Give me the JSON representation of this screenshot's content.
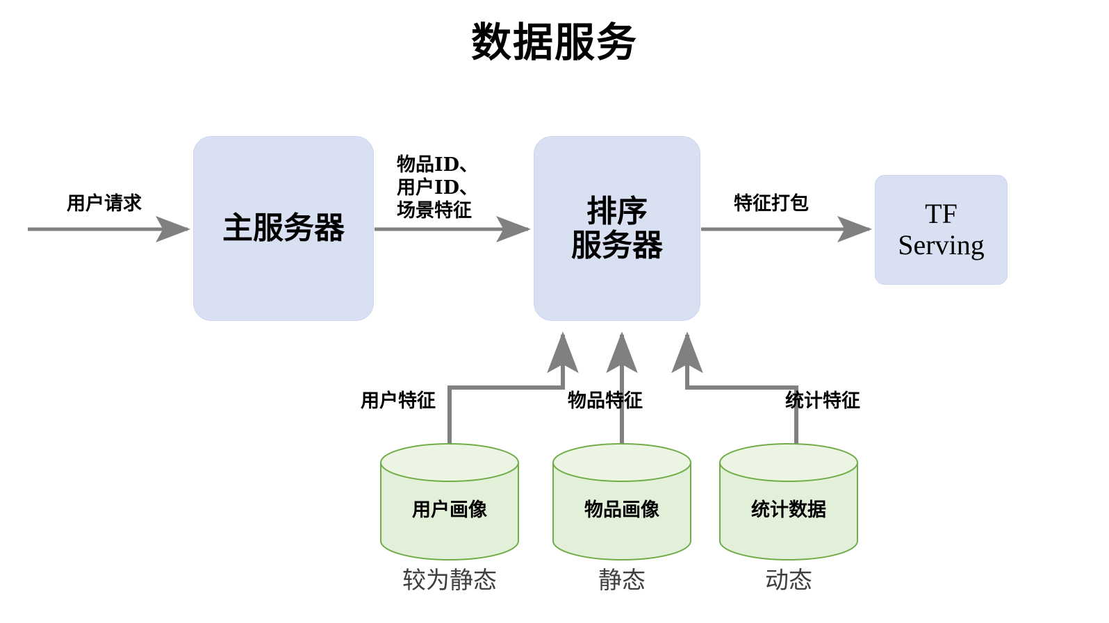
{
  "title": "数据服务",
  "colors": {
    "box_fill": "#d9e0f2",
    "box_border": "#cdd6ee",
    "cylinder_fill": "#e2efd9",
    "cylinder_top_fill": "#ecf4e4",
    "cylinder_border": "#70ad47",
    "connector": "#808080",
    "caption_text": "#3f3f3f",
    "text": "#000000",
    "background": "#ffffff"
  },
  "nodes": {
    "main_server": {
      "label": "主服务器"
    },
    "rank_server": {
      "label": "排序\n服务器"
    },
    "tf_serving": {
      "label": "TF\nServing"
    }
  },
  "datastores": [
    {
      "id": "user-profile",
      "label": "用户画像",
      "caption": "较为静态"
    },
    {
      "id": "item-profile",
      "label": "物品画像",
      "caption": "静态"
    },
    {
      "id": "stat-data",
      "label": "统计数据",
      "caption": "动态"
    }
  ],
  "edges": [
    {
      "id": "user-request",
      "label": "用户请求",
      "from": "external",
      "to": "main_server"
    },
    {
      "id": "ids-scene",
      "label": "物品ID、\n用户ID、\n场景特征",
      "from": "main_server",
      "to": "rank_server"
    },
    {
      "id": "feature-pack",
      "label": "特征打包",
      "from": "rank_server",
      "to": "tf_serving"
    },
    {
      "id": "user-feature",
      "label": "用户特征",
      "from": "user-profile",
      "to": "rank_server"
    },
    {
      "id": "item-feature",
      "label": "物品特征",
      "from": "item-profile",
      "to": "rank_server"
    },
    {
      "id": "stat-feature",
      "label": "统计特征",
      "from": "stat-data",
      "to": "rank_server"
    }
  ]
}
